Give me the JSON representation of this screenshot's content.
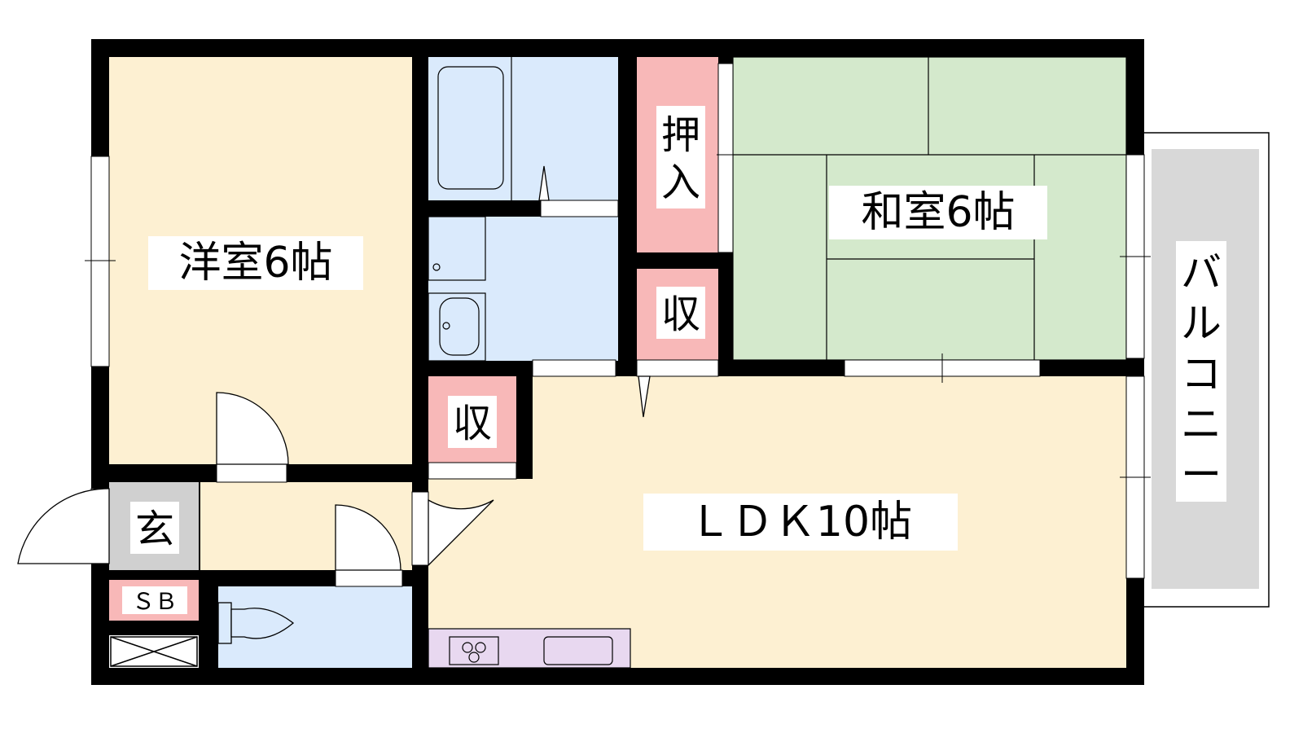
{
  "floorplan": {
    "rooms": {
      "western_room": {
        "label": "洋室6帖",
        "color": "#fdf0d2"
      },
      "japanese_room": {
        "label": "和室6帖",
        "color": "#d4e9cc"
      },
      "ldk": {
        "label": "ＬＤＫ10帖",
        "color": "#fdf0d2"
      },
      "oshiire": {
        "label_line1": "押",
        "label_line2": "入",
        "color": "#f8b8b8"
      },
      "storage_upper": {
        "label": "収",
        "color": "#f8b8b8"
      },
      "storage_lower": {
        "label": "収",
        "color": "#f8b8b8"
      },
      "entrance": {
        "label": "玄",
        "color": "#d0d0d0"
      },
      "shoe_box": {
        "label": "ＳＢ",
        "color": "#f8b8b8"
      },
      "balcony": {
        "label_chars": [
          "バ",
          "ル",
          "コ",
          "ニ",
          "ー"
        ],
        "color": "#d8d8d8"
      },
      "wet_areas": {
        "color": "#daeafc"
      },
      "kitchen_counter": {
        "color": "#e8d8f0"
      }
    },
    "wall_color": "#000000"
  }
}
